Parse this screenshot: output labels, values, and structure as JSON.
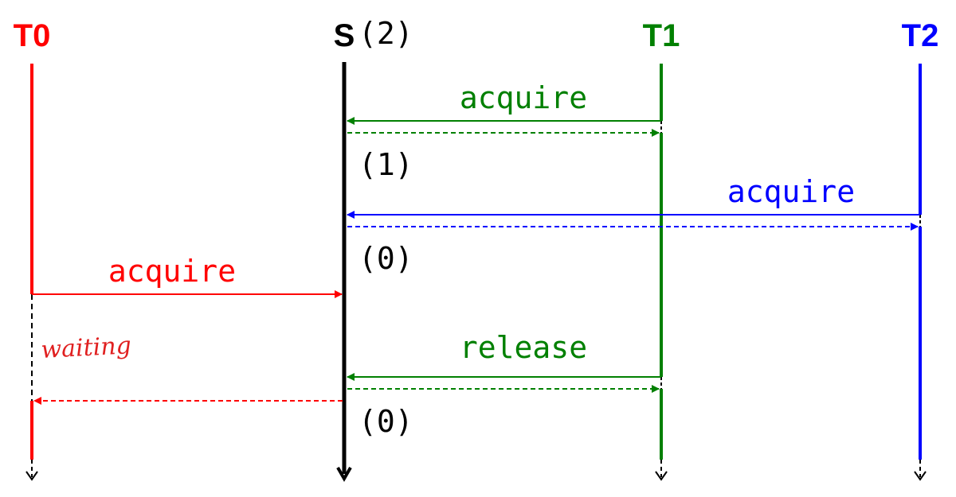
{
  "colors": {
    "T0": "#ff0000",
    "S": "#000000",
    "T1": "#008000",
    "T2": "#0000ff"
  },
  "lanes": {
    "T0": {
      "label": "T0"
    },
    "S": {
      "label": "S",
      "initial_count": "(2)"
    },
    "T1": {
      "label": "T1"
    },
    "T2": {
      "label": "T2"
    }
  },
  "messages": {
    "t1_acquire": "acquire",
    "t2_acquire": "acquire",
    "t0_acquire": "acquire",
    "t1_release": "release"
  },
  "counts": {
    "after_t1_acquire": "(1)",
    "after_t2_acquire": "(0)",
    "after_t1_release": "(0)"
  },
  "annotations": {
    "t0_waiting": "waiting"
  }
}
